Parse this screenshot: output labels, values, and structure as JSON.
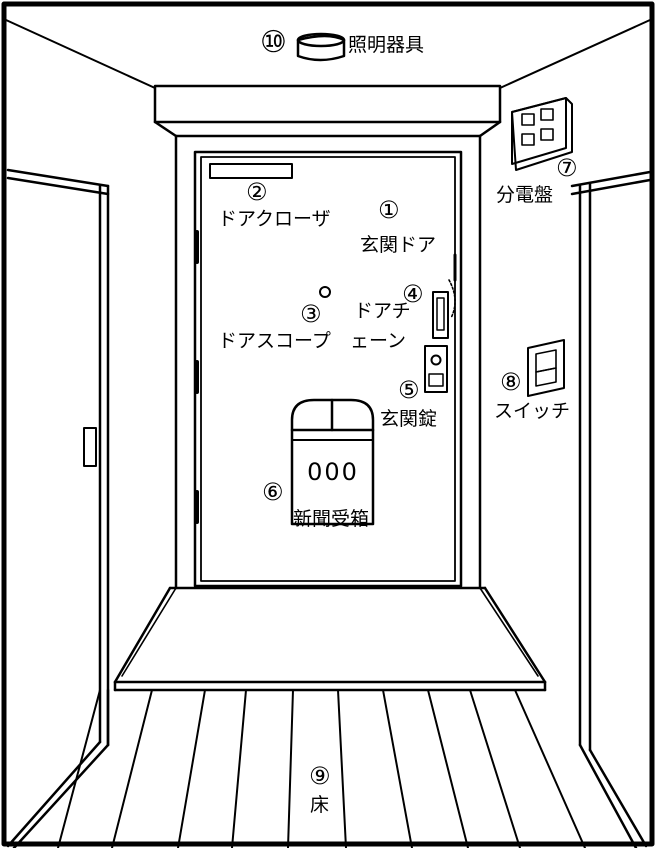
{
  "items": [
    {
      "number": "①",
      "name": "玄関ドア"
    },
    {
      "number": "②",
      "name": "ドアクローザ"
    },
    {
      "number": "③",
      "name": "ドアスコープ"
    },
    {
      "number": "④",
      "name_line1": "ドアチ",
      "name_line2": "ェーン"
    },
    {
      "number": "⑤",
      "name": "玄関錠"
    },
    {
      "number": "⑥",
      "name": "新聞受箱"
    },
    {
      "number": "⑦",
      "name": "分電盤"
    },
    {
      "number": "⑧",
      "name": "スイッチ"
    },
    {
      "number": "⑨",
      "name": "床"
    },
    {
      "number": "⑩",
      "name": "照明器具"
    }
  ],
  "newspaper_slot_text": "000"
}
